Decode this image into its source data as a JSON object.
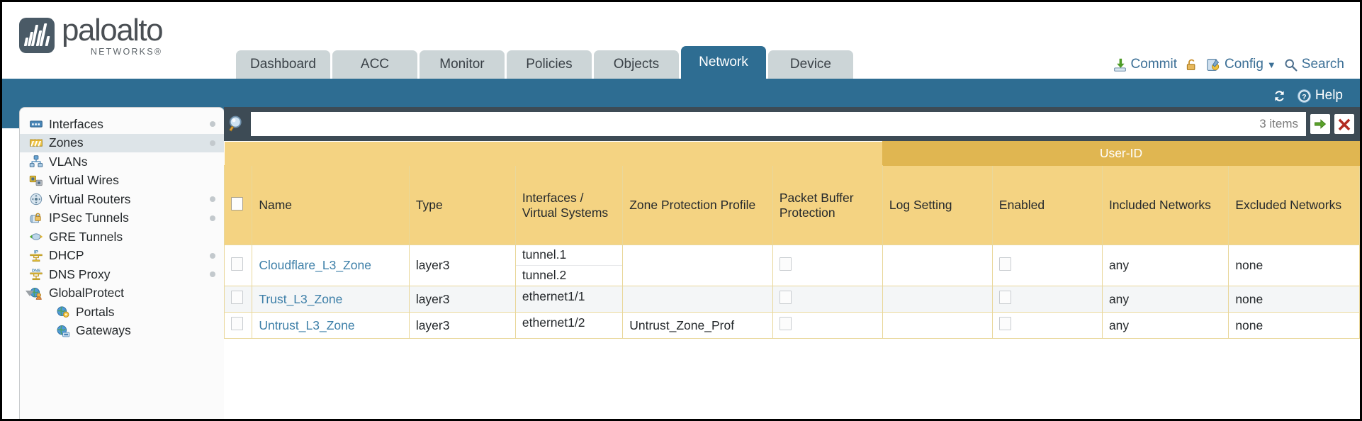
{
  "brand": {
    "name": "paloalto",
    "subtitle": "NETWORKS®",
    "logo_icon": "paloalto-logo-icon"
  },
  "nav": {
    "tabs": [
      {
        "label": "Dashboard",
        "active": false
      },
      {
        "label": "ACC",
        "active": false
      },
      {
        "label": "Monitor",
        "active": false
      },
      {
        "label": "Policies",
        "active": false
      },
      {
        "label": "Objects",
        "active": false
      },
      {
        "label": "Network",
        "active": true
      },
      {
        "label": "Device",
        "active": false
      }
    ],
    "active_tab": "Network"
  },
  "quick_actions": {
    "commit": {
      "label": "Commit",
      "icon": "commit-icon"
    },
    "lock": {
      "label": "",
      "icon": "padlock-icon"
    },
    "config": {
      "label": "Config",
      "icon": "config-wrench-icon",
      "caret": "▼"
    },
    "search": {
      "label": "Search",
      "icon": "search-icon"
    }
  },
  "teal_bar": {
    "refresh": {
      "label": "",
      "icon": "refresh-icon"
    },
    "help": {
      "label": "Help",
      "icon": "help-icon"
    }
  },
  "sidebar": {
    "items": [
      {
        "label": "Interfaces",
        "icon": "interfaces-icon",
        "selected": false,
        "child": false,
        "caret": false,
        "dot": true
      },
      {
        "label": "Zones",
        "icon": "zones-icon",
        "selected": true,
        "child": false,
        "caret": false,
        "dot": true
      },
      {
        "label": "VLANs",
        "icon": "vlans-icon",
        "selected": false,
        "child": false,
        "caret": false,
        "dot": false
      },
      {
        "label": "Virtual Wires",
        "icon": "virtual-wires-icon",
        "selected": false,
        "child": false,
        "caret": false,
        "dot": false
      },
      {
        "label": "Virtual Routers",
        "icon": "virtual-routers-icon",
        "selected": false,
        "child": false,
        "caret": false,
        "dot": true
      },
      {
        "label": "IPSec Tunnels",
        "icon": "ipsec-tunnels-icon",
        "selected": false,
        "child": false,
        "caret": false,
        "dot": true
      },
      {
        "label": "GRE Tunnels",
        "icon": "gre-tunnels-icon",
        "selected": false,
        "child": false,
        "caret": false,
        "dot": false
      },
      {
        "label": "DHCP",
        "icon": "dhcp-icon",
        "selected": false,
        "child": false,
        "caret": false,
        "dot": true
      },
      {
        "label": "DNS Proxy",
        "icon": "dns-proxy-icon",
        "selected": false,
        "child": false,
        "caret": false,
        "dot": true
      },
      {
        "label": "GlobalProtect",
        "icon": "globalprotect-icon",
        "selected": false,
        "child": false,
        "caret": true,
        "dot": false
      },
      {
        "label": "Portals",
        "icon": "portals-icon",
        "selected": false,
        "child": true,
        "caret": false,
        "dot": false
      },
      {
        "label": "Gateways",
        "icon": "gateways-icon",
        "selected": false,
        "child": true,
        "caret": false,
        "dot": false
      }
    ]
  },
  "search": {
    "value": "",
    "placeholder": "",
    "item_count": "3 items",
    "apply_icon": "green-arrow-icon",
    "clear_icon": "red-x-icon",
    "magnifier_icon": "magnifier-icon"
  },
  "table": {
    "group_header": "User-ID",
    "columns": [
      "Name",
      "Type",
      "Interfaces / Virtual Systems",
      "Zone Protection Profile",
      "Packet Buffer Protection",
      "Log Setting",
      "Enabled",
      "Included Networks",
      "Excluded Networks"
    ],
    "select_all_checked": false,
    "rows": [
      {
        "selected": false,
        "name": "Cloudflare_L3_Zone",
        "type": "layer3",
        "interfaces": [
          "tunnel.1",
          "tunnel.2"
        ],
        "zone_protection_profile": "",
        "packet_buffer_protection": false,
        "log_setting": "",
        "userid_enabled": false,
        "included_networks": "any",
        "excluded_networks": "none"
      },
      {
        "selected": false,
        "name": "Trust_L3_Zone",
        "type": "layer3",
        "interfaces": [
          "ethernet1/1"
        ],
        "zone_protection_profile": "",
        "packet_buffer_protection": false,
        "log_setting": "",
        "userid_enabled": false,
        "included_networks": "any",
        "excluded_networks": "none"
      },
      {
        "selected": false,
        "name": "Untrust_L3_Zone",
        "type": "layer3",
        "interfaces": [
          "ethernet1/2"
        ],
        "zone_protection_profile": "Untrust_Zone_Prof",
        "packet_buffer_protection": false,
        "log_setting": "",
        "userid_enabled": false,
        "included_networks": "any",
        "excluded_networks": "none"
      }
    ]
  },
  "colors": {
    "brand_teal": "#2e6d92",
    "header_amber": "#f4d382",
    "group_amber": "#e0b651",
    "search_slate": "#3d4b55",
    "link_blue": "#3d7fa8"
  }
}
